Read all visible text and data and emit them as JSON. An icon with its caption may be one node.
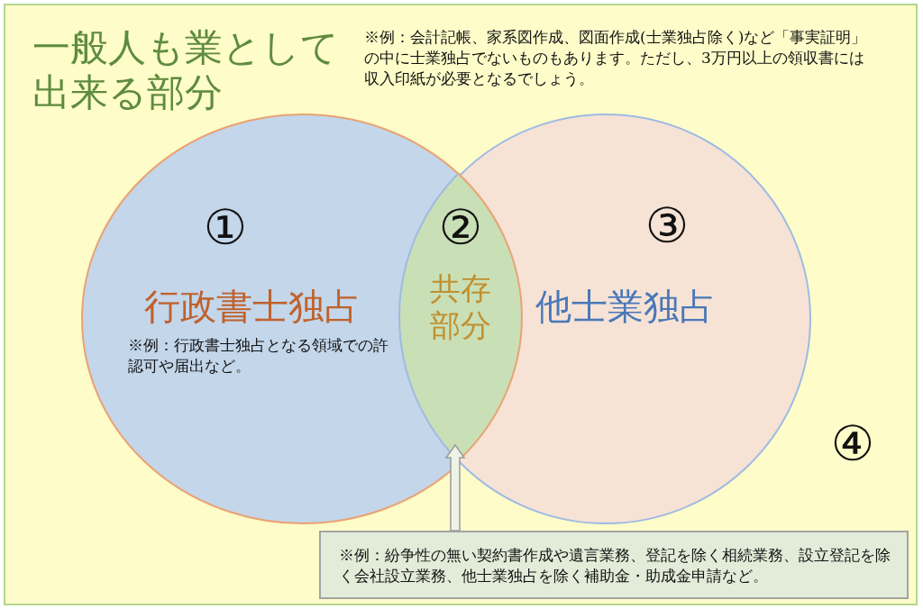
{
  "diagram": {
    "nodes": [
      {
        "text": [
          "一般人も業として出来る部分",
          "※例：会計記帳、家系図作成、図面作成(士業独占除く)など「事実証明」の中に士業独占でないものもあります。ただし、3万円以上の領収書には収入印紙が必要となるでしょう。",
          "④"
        ]
      },
      {
        "text": [
          "①",
          "行政書士独占",
          "※例：行政書士独占となる領域での許認可や届出など。"
        ],
        "in": 0
      },
      {
        "text": [
          "③",
          "他士業独占"
        ],
        "in": 0
      },
      {
        "text": [
          "②",
          "共存部分"
        ]
      },
      {
        "text": [
          "※例：紛争性の無い契約書作成や遺言業務、登記を除く相続業務、設立登記を除く会社設立業務、他士業独占を除く補助金・助成金申請など。"
        ],
        "in": 0
      }
    ],
    "edges": [
      {
        "from": 4,
        "to": 3,
        "arrow": "to"
      }
    ]
  }
}
